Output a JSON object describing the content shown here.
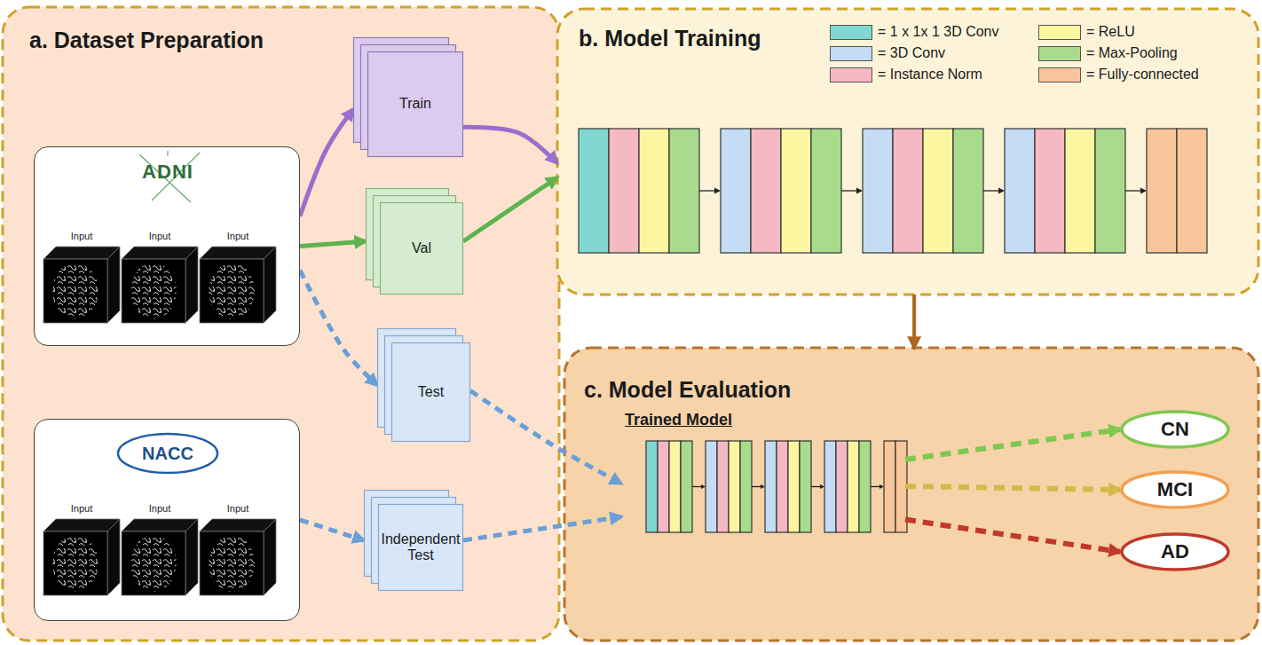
{
  "diagram": {
    "nodes": [
      {
        "text": [
          "a. Dataset Preparation"
        ]
      },
      {
        "text": [
          "ADNI",
          "Input",
          "Input",
          "Input"
        ],
        "in": 0
      },
      {
        "text": [
          "Train"
        ],
        "in": 0
      },
      {
        "text": [
          "Val"
        ],
        "in": 0
      },
      {
        "text": [
          "Test"
        ],
        "in": 0
      },
      {
        "text": [
          "NACC",
          "Input",
          "Input",
          "Input"
        ],
        "in": 0
      },
      {
        "text": [
          "Independent Test"
        ],
        "in": 0
      },
      {
        "text": [
          "b. Model Training"
        ]
      },
      {
        "text": [
          "c. Model Evaluation"
        ]
      },
      {
        "text": [
          "Trained Model"
        ],
        "in": 8
      },
      {
        "text": [
          "CN"
        ],
        "in": 8
      },
      {
        "text": [
          "MCI"
        ],
        "in": 8
      },
      {
        "text": [
          "AD"
        ],
        "in": 8
      }
    ],
    "edges": [
      {
        "from": 1,
        "to": 2,
        "arrow": "to"
      },
      {
        "from": 1,
        "to": 3,
        "arrow": "to"
      },
      {
        "from": 1,
        "to": 4,
        "arrow": "to"
      },
      {
        "from": 5,
        "to": 6,
        "arrow": "to"
      },
      {
        "from": 2,
        "to": 7,
        "arrow": "to"
      },
      {
        "from": 3,
        "to": 7,
        "arrow": "to"
      },
      {
        "from": 7,
        "to": 8,
        "arrow": "to"
      },
      {
        "from": 4,
        "to": 9,
        "arrow": "to"
      },
      {
        "from": 6,
        "to": 9,
        "arrow": "to"
      },
      {
        "from": 9,
        "to": 10,
        "arrow": "to"
      },
      {
        "from": 9,
        "to": 11,
        "arrow": "to"
      },
      {
        "from": 9,
        "to": 12,
        "arrow": "to"
      }
    ],
    "legend": [
      {
        "text": "= 1 x 1x 1 3D Conv",
        "color": "#80d8d0"
      },
      {
        "text": "= ReLU",
        "color": "#fdf6a0"
      },
      {
        "text": "= 3D Conv",
        "color": "#c5dcf5"
      },
      {
        "text": "= Max-Pooling",
        "color": "#a8dc8c"
      },
      {
        "text": "= Instance Norm",
        "color": "#f6b8c3"
      },
      {
        "text": "= Fully-connected",
        "color": "#f9c59a"
      }
    ]
  }
}
